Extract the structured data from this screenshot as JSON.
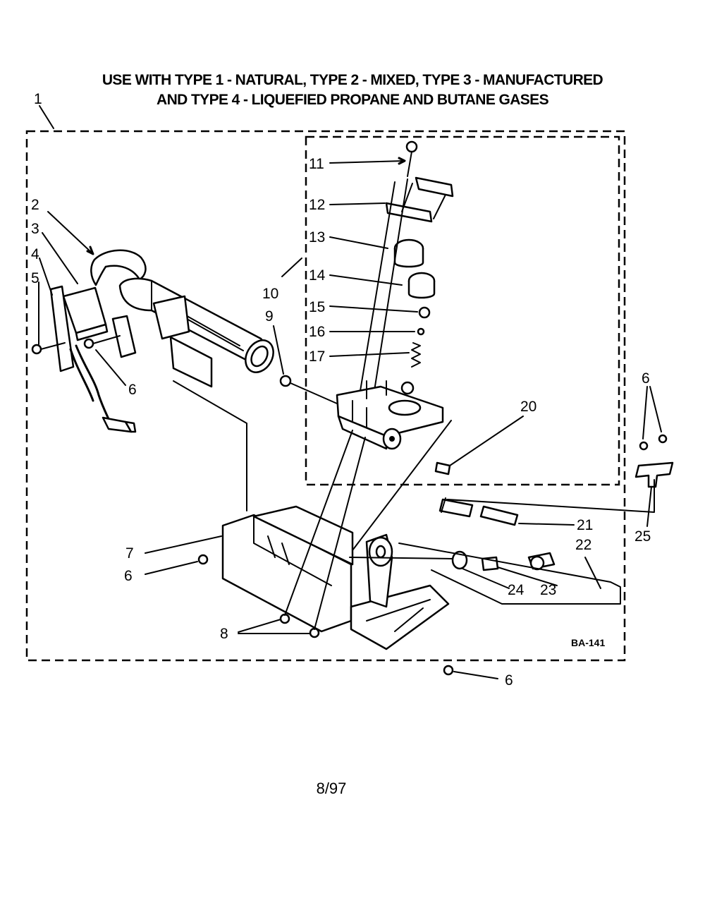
{
  "header": {
    "line1": "USE WITH TYPE 1 - NATURAL, TYPE 2 - MIXED, TYPE 3 - MANUFACTURED",
    "line2": "AND TYPE 4 - LIQUEFIED PROPANE AND BUTANE GASES"
  },
  "callouts": [
    {
      "id": "1",
      "text": "1"
    },
    {
      "id": "2",
      "text": "2"
    },
    {
      "id": "3",
      "text": "3"
    },
    {
      "id": "4",
      "text": "4"
    },
    {
      "id": "5",
      "text": "5"
    },
    {
      "id": "6a",
      "text": "6"
    },
    {
      "id": "6b",
      "text": "6"
    },
    {
      "id": "6c",
      "text": "6"
    },
    {
      "id": "6d",
      "text": "6"
    },
    {
      "id": "7",
      "text": "7"
    },
    {
      "id": "8",
      "text": "8"
    },
    {
      "id": "9",
      "text": "9"
    },
    {
      "id": "10",
      "text": "10"
    },
    {
      "id": "11",
      "text": "11"
    },
    {
      "id": "12",
      "text": "12"
    },
    {
      "id": "13",
      "text": "13"
    },
    {
      "id": "14",
      "text": "14"
    },
    {
      "id": "15",
      "text": "15"
    },
    {
      "id": "16",
      "text": "16"
    },
    {
      "id": "17",
      "text": "17"
    },
    {
      "id": "20",
      "text": "20"
    },
    {
      "id": "21",
      "text": "21"
    },
    {
      "id": "22",
      "text": "22"
    },
    {
      "id": "23",
      "text": "23"
    },
    {
      "id": "24",
      "text": "24"
    },
    {
      "id": "25",
      "text": "25"
    }
  ],
  "diagram_code": "BA-141",
  "footer": {
    "date": "8/97"
  }
}
